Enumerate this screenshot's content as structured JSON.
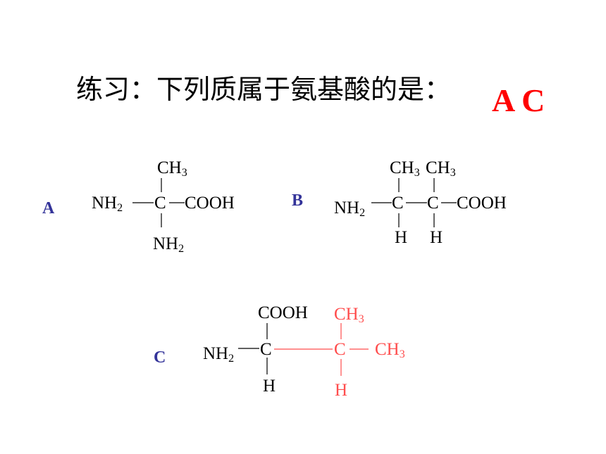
{
  "title": "练习：下列质属于氨基酸的是：",
  "answer": "A C",
  "colors": {
    "answer": "#ff0000",
    "option_label": "#333399",
    "highlight": "#ff4d4d"
  },
  "options": {
    "A": {
      "label": "A",
      "top_group": "CH3",
      "left_group": "NH2",
      "center": "C",
      "right_group": "COOH",
      "bottom_group": "NH2"
    },
    "B": {
      "label": "B",
      "top_groups": [
        "CH3",
        "CH3"
      ],
      "left_group": "NH2",
      "centers": [
        "C",
        "C"
      ],
      "right_group": "COOH",
      "bottom_groups": [
        "H",
        "H"
      ]
    },
    "C": {
      "label": "C",
      "top_groups": [
        "COOH",
        "CH3"
      ],
      "left_group": "NH2",
      "centers": [
        "C",
        "C"
      ],
      "right_group": "CH3",
      "bottom_groups": [
        "H",
        "H"
      ]
    }
  }
}
